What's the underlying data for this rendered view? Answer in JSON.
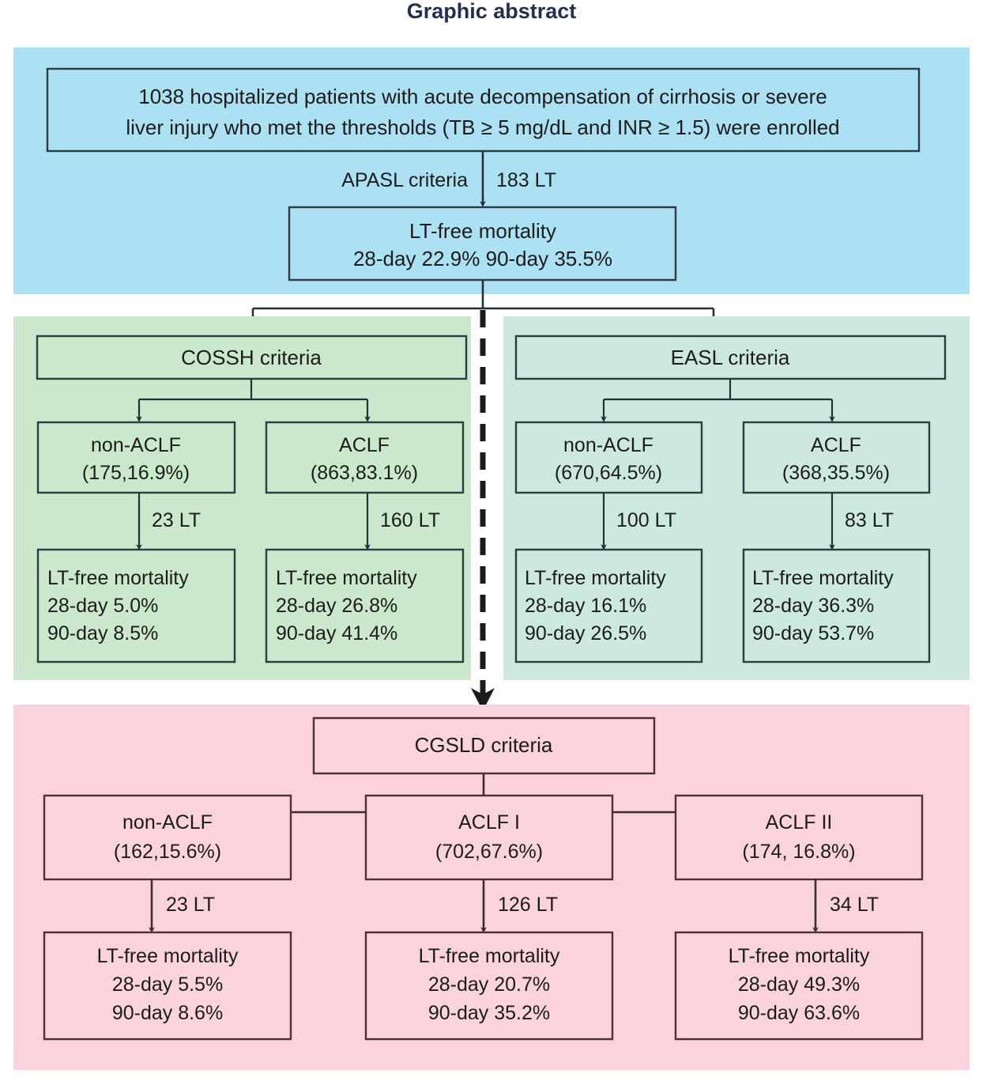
{
  "figure": {
    "title": "Graphic abstract",
    "title_color": "#22304f"
  },
  "colors": {
    "band_blue": "#ace0f3",
    "band_green_left": "#cbe8cc",
    "band_green_right": "#cde8de",
    "band_pink": "#fad3dd",
    "box_stroke_dark": "#2f3b44",
    "box_stroke_pink": "#4a3038",
    "text": "#1b1b1b"
  },
  "blue_section": {
    "enrollment_box": {
      "line1": "1038 hospitalized patients with acute decompensation of cirrhosis or severe",
      "line2": "liver injury who met the thresholds (TB ≥ 5 mg/dL and INR ≥ 1.5) were enrolled"
    },
    "criteria_label": "APASL criteria",
    "lt_label": "183 LT",
    "mortality_box": {
      "heading": "LT-free mortality",
      "detail": "28-day  22.9%   90-day  35.5%"
    }
  },
  "green_section": {
    "left": {
      "criteria_box": "COSSH criteria",
      "groups": [
        {
          "name": "non-ACLF",
          "count": "(175,16.9%)",
          "lt_label": "23 LT",
          "mortality": {
            "heading": "LT-free mortality",
            "day28": "28-day  5.0%",
            "day90": "90-day  8.5%"
          }
        },
        {
          "name": "ACLF",
          "count": "(863,83.1%)",
          "lt_label": "160 LT",
          "mortality": {
            "heading": "LT-free mortality",
            "day28": "28-day  26.8%",
            "day90": "90-day  41.4%"
          }
        }
      ]
    },
    "right": {
      "criteria_box": "EASL criteria",
      "groups": [
        {
          "name": "non-ACLF",
          "count": "(670,64.5%)",
          "lt_label": "100 LT",
          "mortality": {
            "heading": "LT-free mortality",
            "day28": "28-day  16.1%",
            "day90": "90-day  26.5%"
          }
        },
        {
          "name": "ACLF",
          "count": "(368,35.5%)",
          "lt_label": "83 LT",
          "mortality": {
            "heading": "LT-free mortality",
            "day28": "28-day  36.3%",
            "day90": "90-day  53.7%"
          }
        }
      ]
    }
  },
  "pink_section": {
    "criteria_box": "CGSLD criteria",
    "groups": [
      {
        "name": "non-ACLF",
        "count": "(162,15.6%)",
        "lt_label": "23 LT",
        "mortality": {
          "heading": "LT-free mortality",
          "day28": "28-day 5.5%",
          "day90": "90-day 8.6%"
        }
      },
      {
        "name": "ACLF I",
        "count": "(702,67.6%)",
        "lt_label": "126 LT",
        "mortality": {
          "heading": "LT-free mortality",
          "day28": "28-day 20.7%",
          "day90": "90-day 35.2%"
        }
      },
      {
        "name": "ACLF II",
        "count": "(174, 16.8%)",
        "lt_label": "34 LT",
        "mortality": {
          "heading": "LT-free mortality",
          "day28": "28-day 49.3%",
          "day90": "90-day 63.6%"
        }
      }
    ]
  },
  "chart_data": {
    "type": "table",
    "title": "Graphic abstract",
    "description": "Flow diagram of 1038 hospitalized patients stratified by four ACLF definition criteria with 28-day and 90-day LT-free mortality",
    "total_enrolled": 1038,
    "criteria": [
      {
        "name": "APASL criteria",
        "lt": 183,
        "overall": {
          "mortality_28d": 22.9,
          "mortality_90d": 35.5
        }
      },
      {
        "name": "COSSH criteria",
        "groups": [
          {
            "label": "non-ACLF",
            "n": 175,
            "pct": 16.9,
            "lt": 23,
            "mortality_28d": 5.0,
            "mortality_90d": 8.5
          },
          {
            "label": "ACLF",
            "n": 863,
            "pct": 83.1,
            "lt": 160,
            "mortality_28d": 26.8,
            "mortality_90d": 41.4
          }
        ]
      },
      {
        "name": "EASL criteria",
        "groups": [
          {
            "label": "non-ACLF",
            "n": 670,
            "pct": 64.5,
            "lt": 100,
            "mortality_28d": 16.1,
            "mortality_90d": 26.5
          },
          {
            "label": "ACLF",
            "n": 368,
            "pct": 35.5,
            "lt": 83,
            "mortality_28d": 36.3,
            "mortality_90d": 53.7
          }
        ]
      },
      {
        "name": "CGSLD criteria",
        "groups": [
          {
            "label": "non-ACLF",
            "n": 162,
            "pct": 15.6,
            "lt": 23,
            "mortality_28d": 5.5,
            "mortality_90d": 8.6
          },
          {
            "label": "ACLF I",
            "n": 702,
            "pct": 67.6,
            "lt": 126,
            "mortality_28d": 20.7,
            "mortality_90d": 35.2
          },
          {
            "label": "ACLF II",
            "n": 174,
            "pct": 16.8,
            "lt": 34,
            "mortality_28d": 49.3,
            "mortality_90d": 63.6
          }
        ]
      }
    ]
  }
}
